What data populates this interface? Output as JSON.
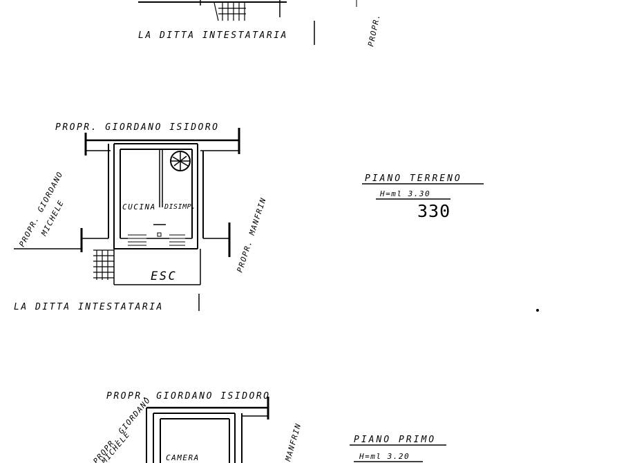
{
  "top_fragment": {
    "owner_label": "LA DITTA INTESTATARIA",
    "neighbor_right_label": "PROPR."
  },
  "ground_floor": {
    "neighbor_top_label": "PROPR. GIORDANO ISIDORO",
    "neighbor_left_label_1": "PROPR. GIORDANO",
    "neighbor_left_label_2": "MICHELE",
    "neighbor_right_label": "PROPR. MANFRIN",
    "room_kitchen": "CUCINA",
    "room_hall": "DISIMP.",
    "exterior_label": "ESC",
    "owner_label": "LA DITTA INTESTATARIA",
    "title": "PIANO TERRENO",
    "height_label": "H=ml 3.30",
    "height_big": "330"
  },
  "first_floor": {
    "neighbor_top_label": "PROPR. GIORDANO ISIDORO",
    "neighbor_left_label_1": "PROPR. GIORDANO",
    "neighbor_left_label_2": "MICHELE",
    "neighbor_right_label": "MANFRIN",
    "room_bedroom": "CAMERA",
    "title": "PIANO PRIMO",
    "height_label": "H=ml 3.20"
  }
}
